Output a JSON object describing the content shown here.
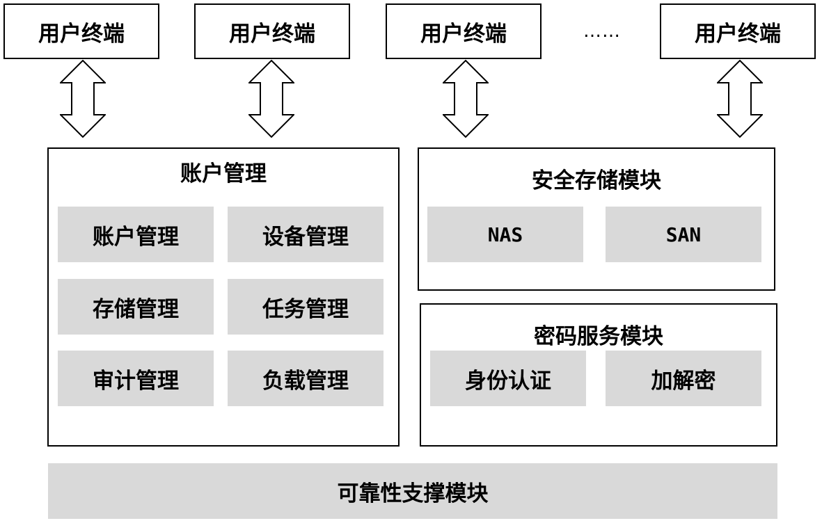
{
  "terminals": [
    {
      "label": "用户终端"
    },
    {
      "label": "用户终端"
    },
    {
      "label": "用户终端"
    },
    {
      "label": "用户终端"
    }
  ],
  "ellipsis": "……",
  "account_panel": {
    "title": "账户管理",
    "cells": [
      "账户管理",
      "设备管理",
      "存储管理",
      "任务管理",
      "审计管理",
      "负载管理"
    ]
  },
  "storage_panel": {
    "title": "安全存储模块",
    "cells": [
      "NAS",
      "SAN"
    ]
  },
  "crypto_panel": {
    "title": "密码服务模块",
    "cells": [
      "身份认证",
      "加解密"
    ]
  },
  "bottom_bar": {
    "label": "可靠性支撑模块"
  },
  "colors": {
    "cell_fill": "#d9d9d9",
    "border": "#000000",
    "background": "#ffffff"
  },
  "icons": {
    "connector": "double-arrow-vertical-icon"
  }
}
